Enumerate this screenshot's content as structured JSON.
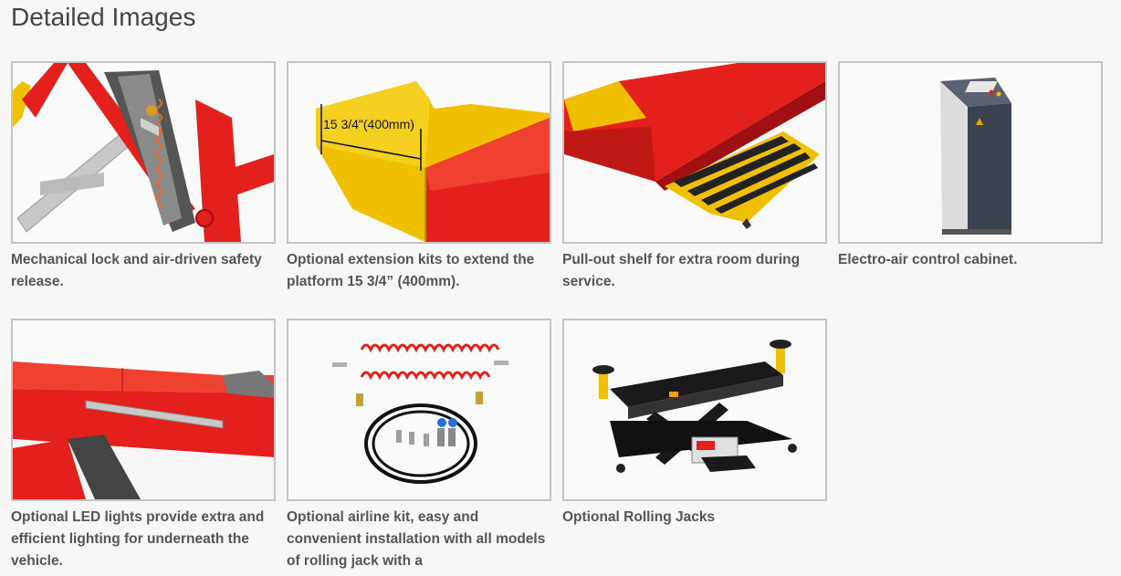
{
  "section": {
    "title": "Detailed Images"
  },
  "images": [
    {
      "icon": "mechanical-lock-image",
      "caption": "Mechanical lock and air-driven safety release."
    },
    {
      "icon": "extension-kit-image",
      "caption": "Optional extension kits to extend the platform 15 3/4” (400mm).",
      "overlay_label": "15 3/4\"(400mm)"
    },
    {
      "icon": "pull-out-shelf-image",
      "caption": "Pull-out shelf for extra room during service."
    },
    {
      "icon": "control-cabinet-image",
      "caption": "Electro-air control cabinet."
    },
    {
      "icon": "led-lights-image",
      "caption": "Optional LED lights provide extra and efficient lighting for underneath the vehicle."
    },
    {
      "icon": "airline-kit-image",
      "caption": "Optional airline kit, easy and convenient installation with all models of rolling jack with a"
    },
    {
      "icon": "rolling-jack-image",
      "caption": "Optional Rolling Jacks"
    }
  ],
  "colors": {
    "lift_red": "#e3201b",
    "accent_yellow": "#f2c200",
    "frame_border": "#c4c4c4",
    "caption_text": "#555555"
  }
}
